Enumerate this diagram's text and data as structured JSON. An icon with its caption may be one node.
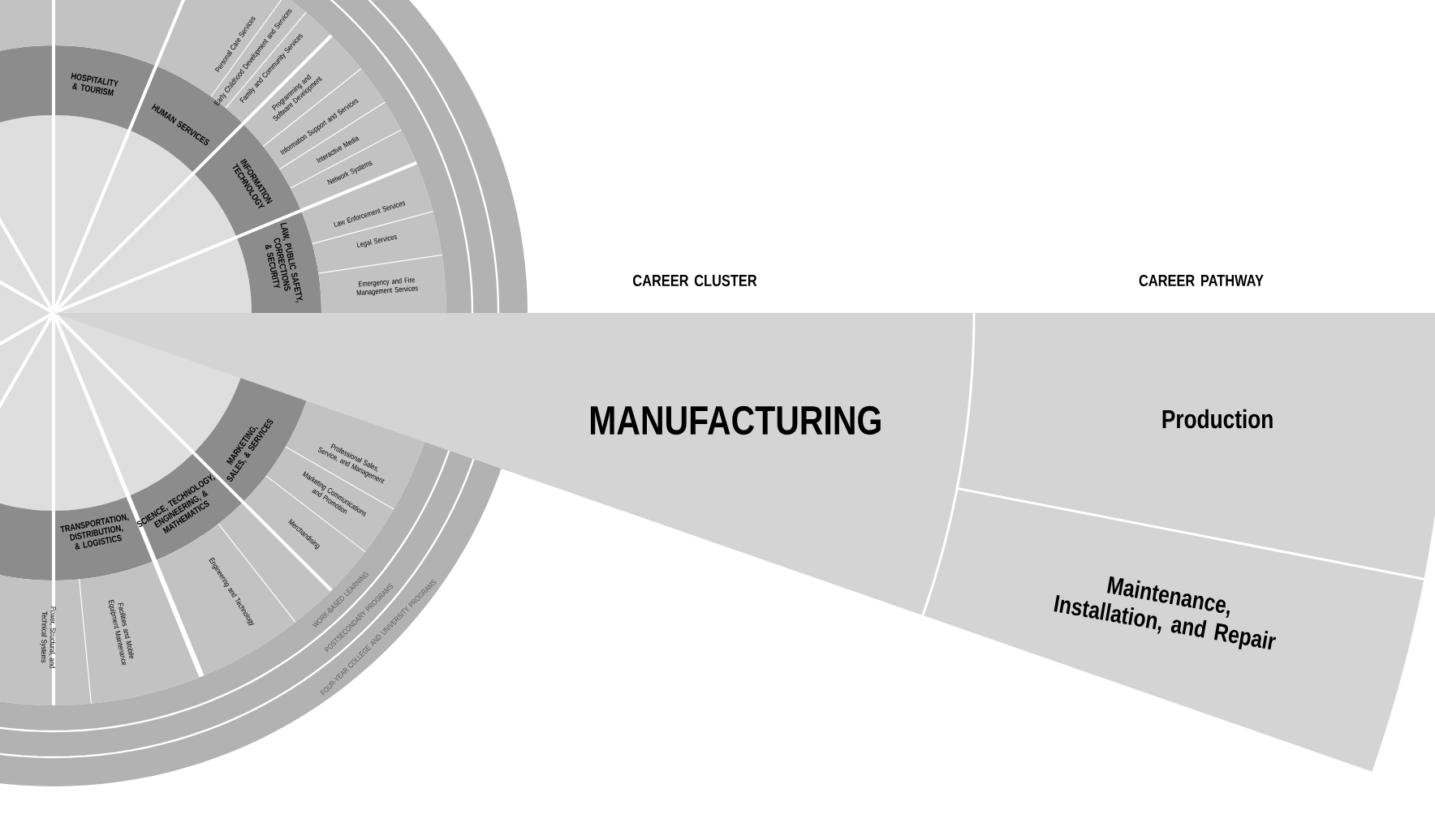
{
  "diagram": {
    "nodes": [
      {
        "text": [
          "MANUFACTURING"
        ]
      },
      {
        "text": [
          "Production"
        ]
      },
      {
        "text": [
          "Maintenance, Installation, and Repair"
        ]
      }
    ],
    "labels": [
      "HOSPITALITY & TOURISM",
      "Personal Care Services",
      "Early Childhood Development and Services",
      "Family and Community Services",
      "HUMAN SERVICES",
      "Programming and Software Development",
      "Information Support and Services",
      "Interactive Media",
      "Network Systems",
      "INFORMATION TECHNOLOGY",
      "Law Enforcement Services",
      "Legal Services",
      "Emergency and Fire Management Services",
      "LAW, PUBLIC SAFETY, CORRECTIONS & SECURITY",
      "CAREER CLUSTER",
      "CAREER PATHWAY",
      "MARKETING, SALES, & SERVICES",
      "Professional Sales, Service, and Management",
      "Marketing Communications and Promotion",
      "Merchandising",
      "SCIENCE, TECHNOLOGY, ENGINEERING, & MATHEMATICS",
      "Engineering and Technology",
      "TRANSPORTATION, DISTRIBUTION, & LOGISTICS",
      "Power, Structural, and Technical Systems",
      "Facilities and Mobile Equipment Maintenance",
      "WORK-BASED LEARNING",
      "POSTSECONDARY PROGRAMS",
      "FOUR-YEAR COLLEGE AND UNIVERSITY PROGRAMS"
    ]
  }
}
